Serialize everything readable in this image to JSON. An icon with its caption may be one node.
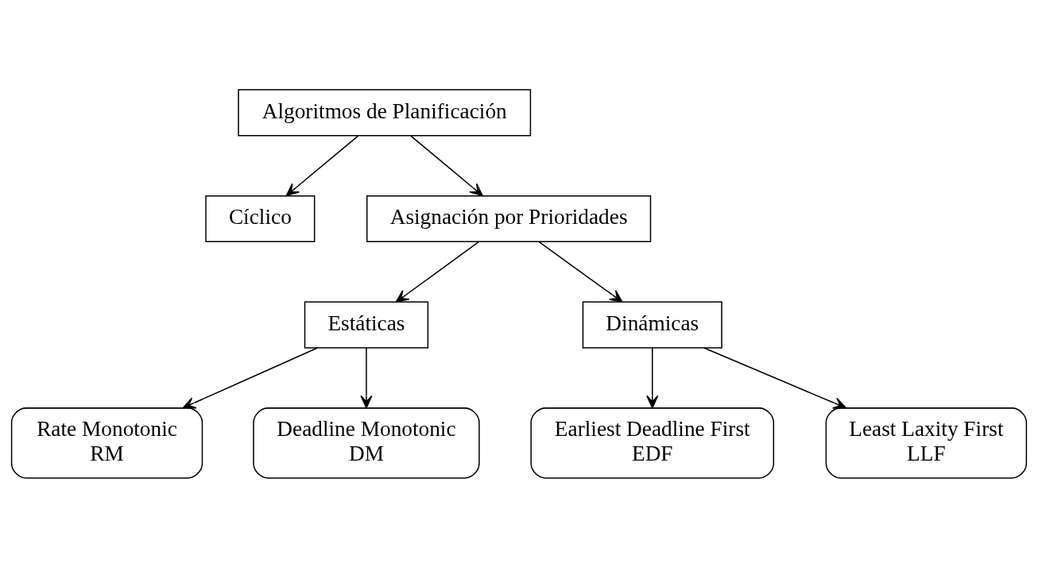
{
  "diagram": {
    "nodes": [
      {
        "text": [
          "Algoritmos de Planificación"
        ]
      },
      {
        "text": [
          "Cíclico"
        ]
      },
      {
        "text": [
          "Asignación por Prioridades"
        ]
      },
      {
        "text": [
          "Estáticas"
        ]
      },
      {
        "text": [
          "Dinámicas"
        ]
      },
      {
        "text": [
          "Rate Monotonic",
          "RM"
        ]
      },
      {
        "text": [
          "Deadline Monotonic",
          "DM"
        ]
      },
      {
        "text": [
          "Earliest Deadline First",
          "EDF"
        ]
      },
      {
        "text": [
          "Least Laxity First",
          "LLF"
        ]
      }
    ],
    "edges": [
      {
        "from": 0,
        "to": 1,
        "arrow": "to"
      },
      {
        "from": 0,
        "to": 2,
        "arrow": "to"
      },
      {
        "from": 2,
        "to": 3,
        "arrow": "to"
      },
      {
        "from": 2,
        "to": 4,
        "arrow": "to"
      },
      {
        "from": 3,
        "to": 5,
        "arrow": "to"
      },
      {
        "from": 3,
        "to": 6,
        "arrow": "to"
      },
      {
        "from": 4,
        "to": 7,
        "arrow": "to"
      },
      {
        "from": 4,
        "to": 8,
        "arrow": "to"
      }
    ]
  }
}
